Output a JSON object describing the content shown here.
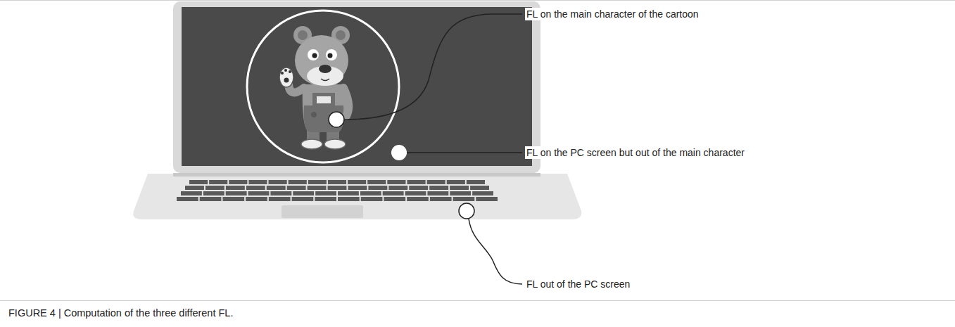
{
  "diagram": {
    "caption": "FIGURE 4 | Computation of the three different FL.",
    "labels": [
      "FL on the main character of the cartoon",
      "FL on the PC screen but out of the main character",
      "FL out of the PC screen"
    ]
  }
}
